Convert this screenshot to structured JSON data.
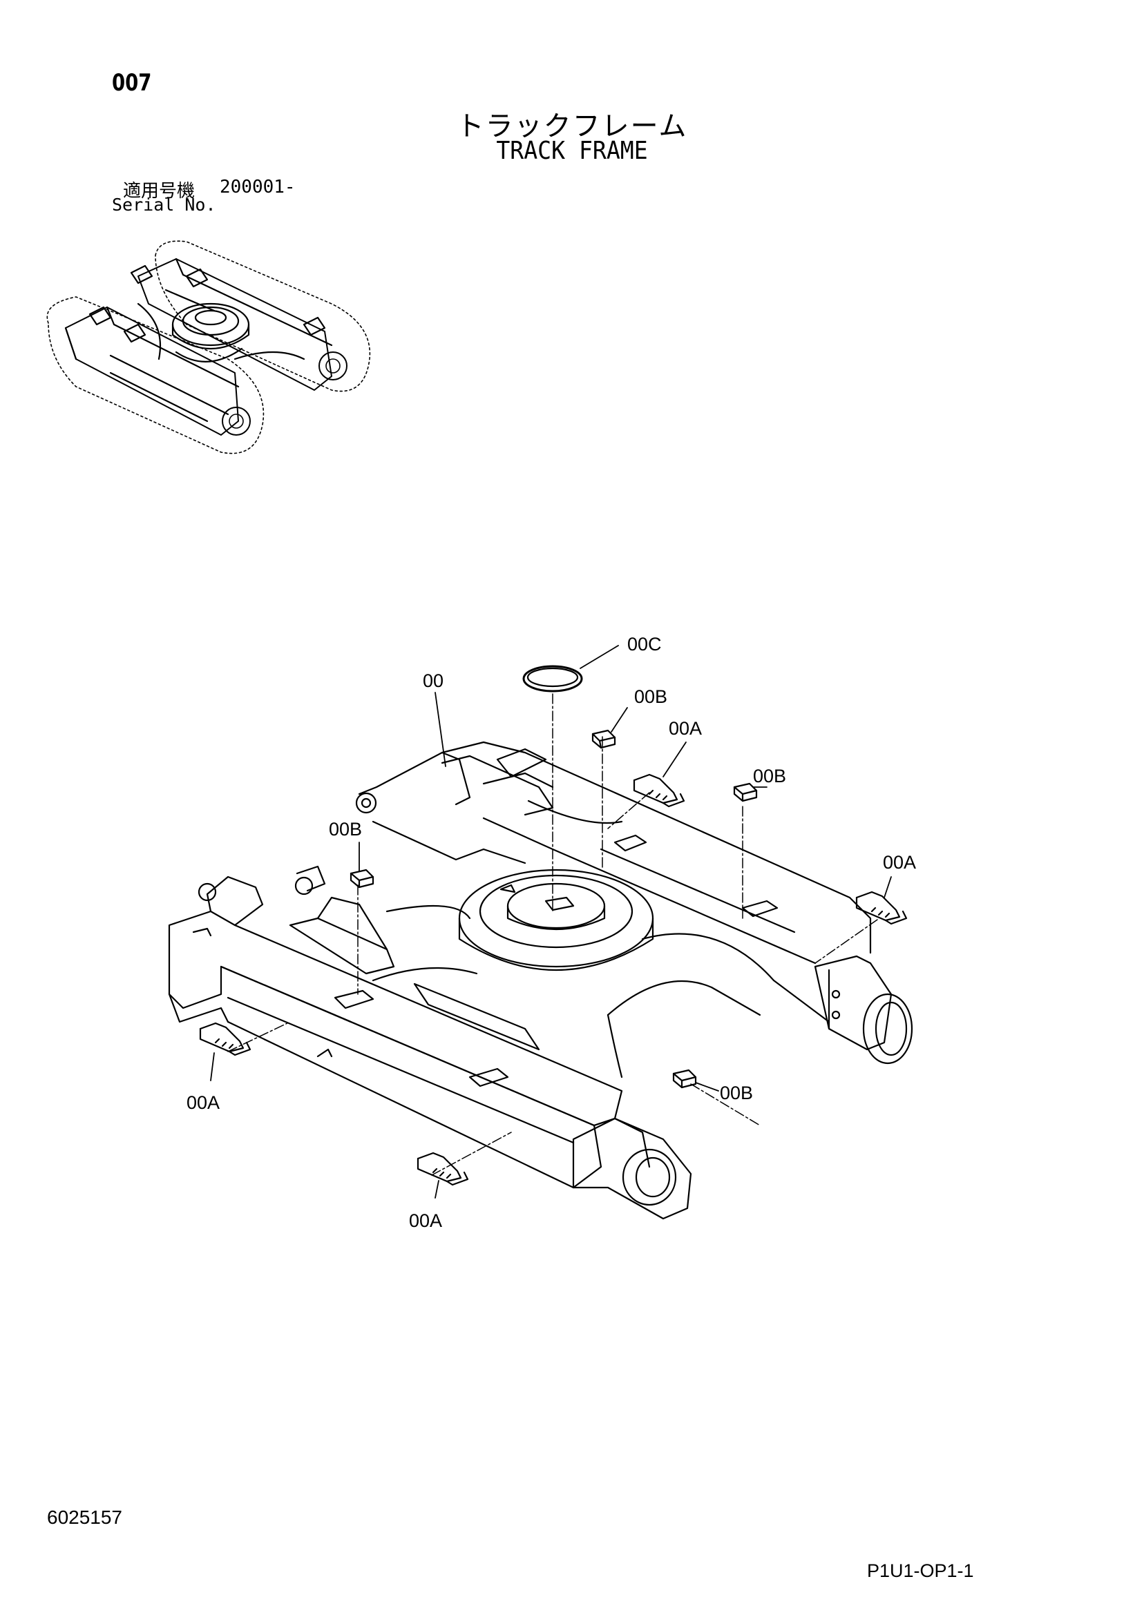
{
  "header": {
    "page_number": "007",
    "title_jp": "トラックフレーム",
    "title_en": "TRACK FRAME",
    "serial_label_jp": "適用号機",
    "serial_value": "200001-",
    "serial_label_en": "Serial No."
  },
  "callouts": {
    "c1": "00C",
    "c2": "00",
    "c3": "00B",
    "c4": "00A",
    "c5": "00B",
    "c6": "00B",
    "c7": "00A",
    "c8": "00A",
    "c9": "00B",
    "c10": "00A"
  },
  "footer": {
    "doc_number": "6025157",
    "page_code": "P1U1-OP1-1"
  }
}
